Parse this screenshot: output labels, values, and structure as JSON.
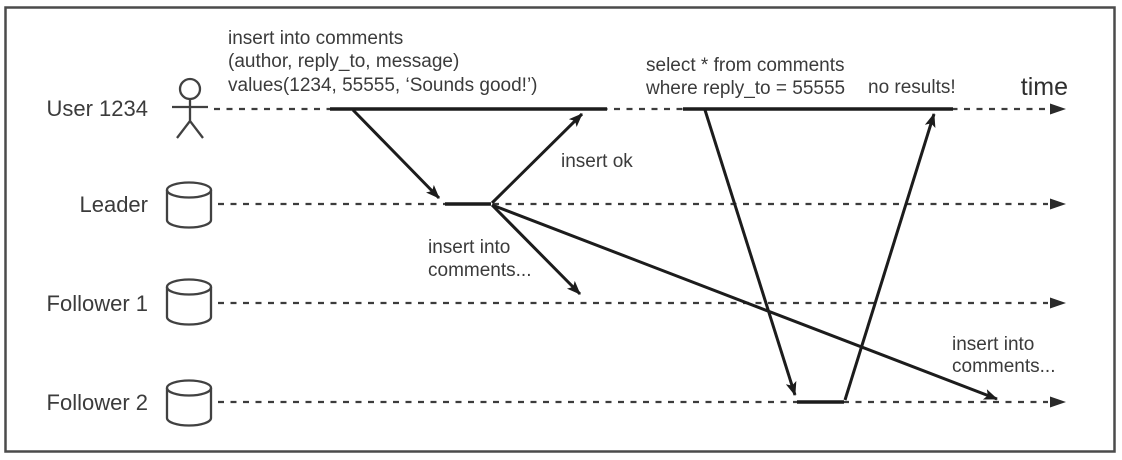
{
  "colors": {
    "background": "#ffffff",
    "border": "#4b4b4b",
    "ink": "#1c1c1c",
    "text": "#3b3b3b"
  },
  "actors": [
    {
      "label": "User 1234",
      "icon": "person-icon"
    },
    {
      "label": "Leader",
      "icon": "database-icon"
    },
    {
      "label": "Follower 1",
      "icon": "database-icon"
    },
    {
      "label": "Follower 2",
      "icon": "database-icon"
    }
  ],
  "time_axis": {
    "label": "time"
  },
  "messages": {
    "insert_query": {
      "line1": "insert into comments",
      "line2": "(author, reply_to, message)",
      "line3": "values(1234, 55555, ‘Sounds good!’)"
    },
    "insert_ok": "insert ok",
    "replicate_follower1": {
      "line1": "insert into",
      "line2": "comments..."
    },
    "replicate_follower2": {
      "line1": "insert into",
      "line2": "comments..."
    },
    "select_query": {
      "line1": "select * from comments",
      "line2": "where reply_to = 55555"
    },
    "no_results": "no results!"
  }
}
